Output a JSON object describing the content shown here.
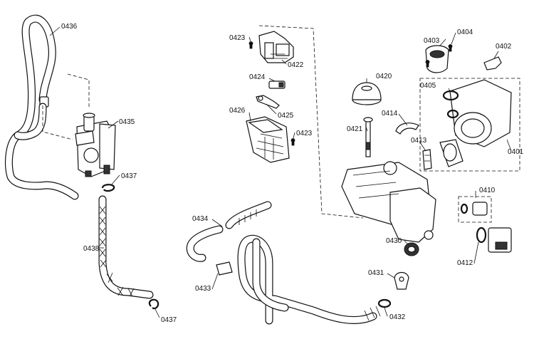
{
  "labels": {
    "p0401": "0401",
    "p0402": "0402",
    "p0403": "0403",
    "p0404": "0404",
    "p0405": "0405",
    "p0410": "0410",
    "p0412": "0412",
    "p0413": "0413",
    "p0414": "0414",
    "p0420": "0420",
    "p0421": "0421",
    "p0422": "0422",
    "p0423a": "0423",
    "p0423b": "0423",
    "p0424": "0424",
    "p0425": "0425",
    "p0426": "0426",
    "p0430": "0430",
    "p0431": "0431",
    "p0432": "0432",
    "p0433": "0433",
    "p0434": "0434",
    "p0435": "0435",
    "p0436": "0436",
    "p0437a": "0437",
    "p0437b": "0437",
    "p0438": "0438"
  }
}
